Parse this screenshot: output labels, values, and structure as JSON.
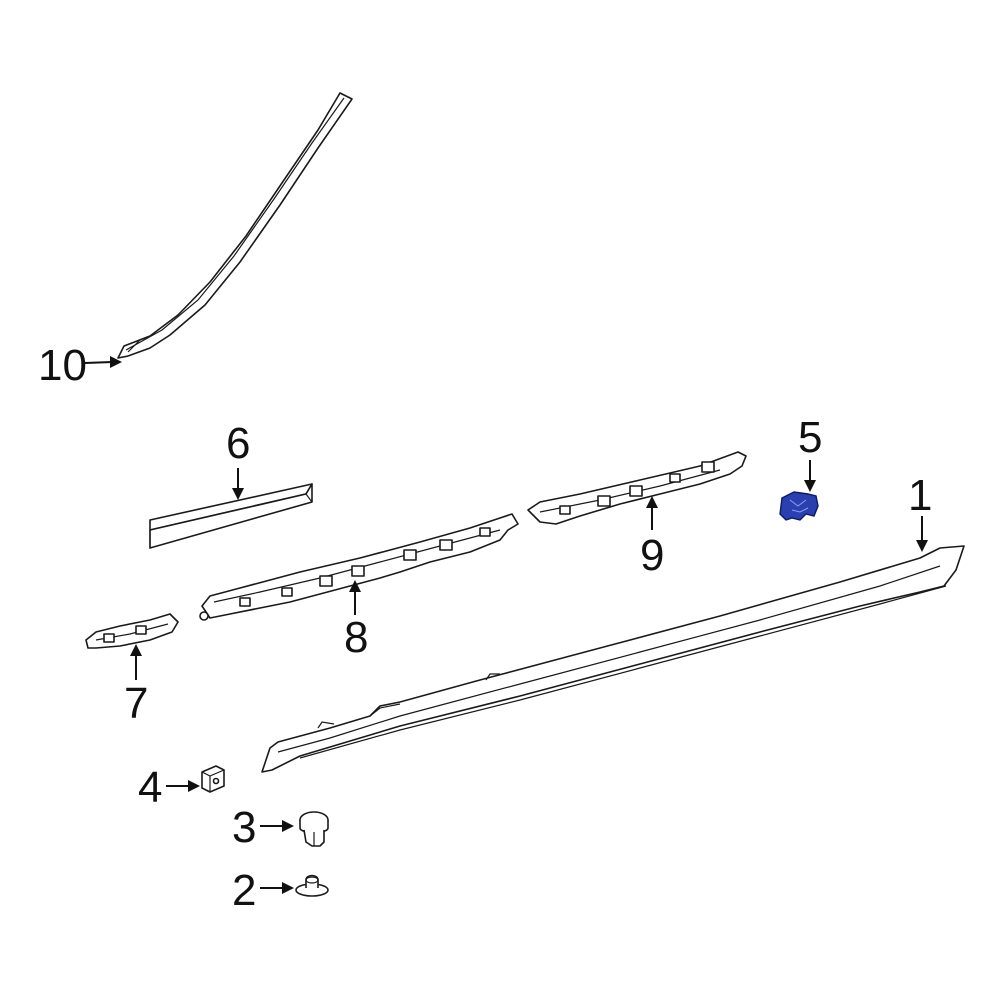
{
  "callouts": [
    {
      "id": "1",
      "label": "1"
    },
    {
      "id": "2",
      "label": "2"
    },
    {
      "id": "3",
      "label": "3"
    },
    {
      "id": "4",
      "label": "4"
    },
    {
      "id": "5",
      "label": "5"
    },
    {
      "id": "6",
      "label": "6"
    },
    {
      "id": "7",
      "label": "7"
    },
    {
      "id": "8",
      "label": "8"
    },
    {
      "id": "9",
      "label": "9"
    },
    {
      "id": "10",
      "label": "10"
    }
  ],
  "colors": {
    "highlight_part": "#2a3fb0",
    "line": "#1a1a1a",
    "background": "#ffffff"
  }
}
